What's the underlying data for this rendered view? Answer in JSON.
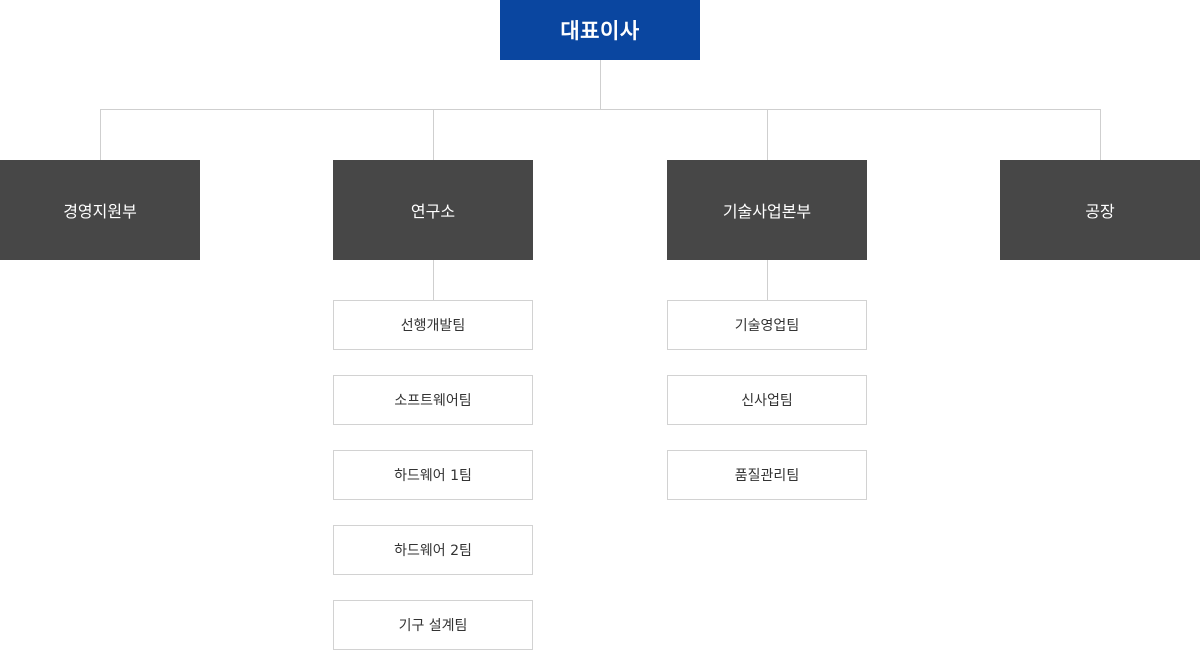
{
  "colors": {
    "ceo_bg": "#0a46a0",
    "ceo_text": "#ffffff",
    "dept_bg": "#474747",
    "dept_text": "#ffffff",
    "connector": "#cfcfcf"
  },
  "ceo": {
    "label": "대표이사"
  },
  "departments": [
    {
      "label": "경영지원부",
      "teams": []
    },
    {
      "label": "연구소",
      "teams": [
        "선행개발팀",
        "소프트웨어팀",
        "하드웨어 1팀",
        "하드웨어 2팀",
        "기구 설계팀"
      ]
    },
    {
      "label": "기술사업본부",
      "teams": [
        "기술영업팀",
        "신사업팀",
        "품질관리팀"
      ]
    },
    {
      "label": "공장",
      "teams": []
    }
  ]
}
